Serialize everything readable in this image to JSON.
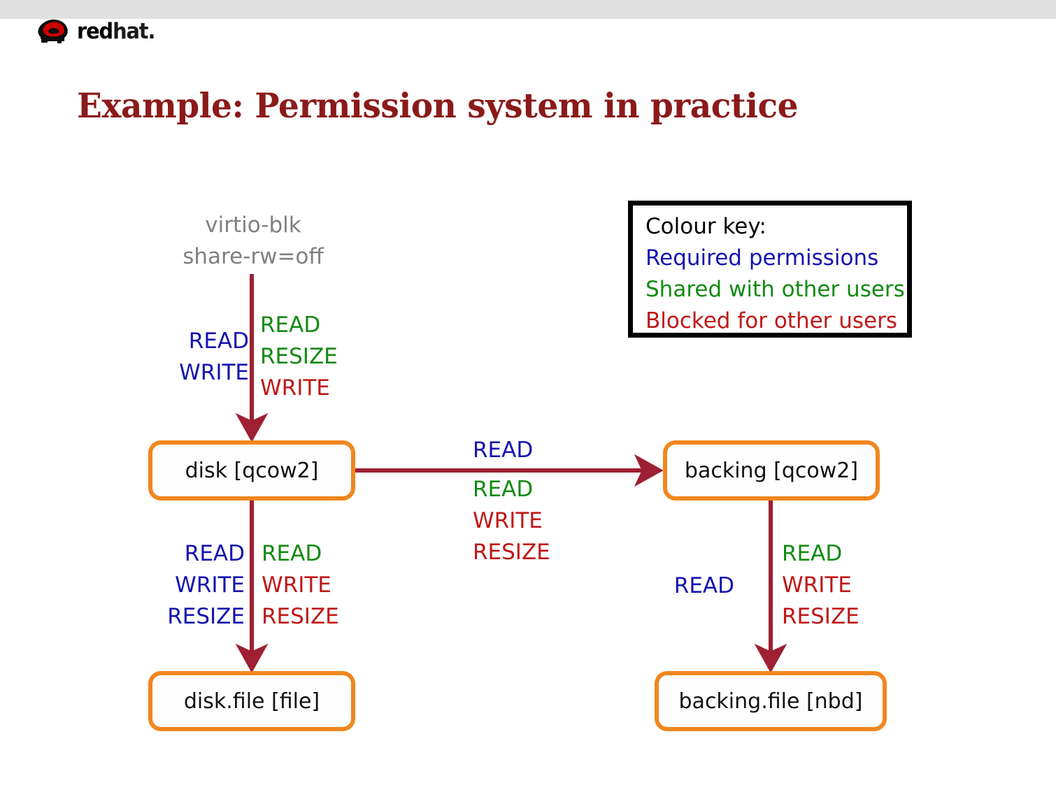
{
  "branding": {
    "logo_icon": "redhat-shadowman-icon",
    "wordmark_red": "red",
    "wordmark_hat": "hat.",
    "logo_red": "#cc0000",
    "topbar_color": "#e0e0e0"
  },
  "slide": {
    "title": "Example: Permission system in practice",
    "title_color": "#8b1a1a"
  },
  "colour_key": {
    "heading": "Colour key:",
    "entries": [
      {
        "label": "Required permissions",
        "color": "#1414b0"
      },
      {
        "label": "Shared with other users",
        "color": "#128a12"
      },
      {
        "label": "Blocked for other users",
        "color": "#c01818"
      }
    ]
  },
  "palette": {
    "blue": "#1414b0",
    "green": "#128a12",
    "red": "#c01818",
    "gray": "#808080",
    "node_border": "#f0871e",
    "edge": "#9e2032"
  },
  "diagram": {
    "source_annotation": {
      "line1": "virtio-blk",
      "line2": "share-rw=off"
    },
    "nodes": [
      {
        "id": "disk",
        "label": "disk [qcow2]"
      },
      {
        "id": "backing",
        "label": "backing [qcow2]"
      },
      {
        "id": "diskfile",
        "label": "disk.file [file]"
      },
      {
        "id": "backingfile",
        "label": "backing.file [nbd]"
      }
    ],
    "edges": [
      {
        "id": "virtio-to-disk",
        "required": [
          "READ",
          "WRITE"
        ],
        "shared": [
          "READ",
          "RESIZE"
        ],
        "blocked": [
          "WRITE"
        ]
      },
      {
        "id": "disk-to-backing",
        "required": [
          "READ"
        ],
        "shared": [
          "READ"
        ],
        "blocked": [
          "WRITE",
          "RESIZE"
        ]
      },
      {
        "id": "disk-to-diskfile",
        "required": [
          "READ",
          "WRITE",
          "RESIZE"
        ],
        "shared": [
          "READ"
        ],
        "blocked": [
          "WRITE",
          "RESIZE"
        ]
      },
      {
        "id": "backing-to-backingfile",
        "required": [
          "READ"
        ],
        "shared": [
          "READ"
        ],
        "blocked": [
          "WRITE",
          "RESIZE"
        ]
      }
    ],
    "labels": {
      "top_left_l1": "READ",
      "top_left_l2": "WRITE",
      "top_right_l1": "READ",
      "top_right_l2": "RESIZE",
      "top_right_l3": "WRITE",
      "mid_above_l1": "READ",
      "mid_below_l1": "READ",
      "mid_below_l2": "WRITE",
      "mid_below_l3": "RESIZE",
      "bl_left_l1": "READ",
      "bl_left_l2": "WRITE",
      "bl_left_l3": "RESIZE",
      "bl_right_l1": "READ",
      "bl_right_l2": "WRITE",
      "bl_right_l3": "RESIZE",
      "br_left_l1": "READ",
      "br_right_l1": "READ",
      "br_right_l2": "WRITE",
      "br_right_l3": "RESIZE"
    }
  }
}
